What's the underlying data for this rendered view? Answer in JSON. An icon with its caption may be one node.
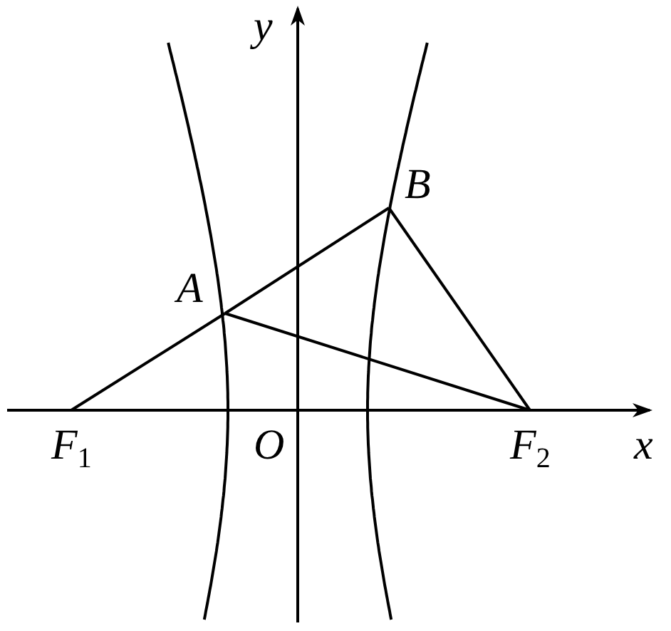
{
  "diagram": {
    "nodes": [
      {
        "text": [
          "A"
        ]
      },
      {
        "text": [
          "B"
        ]
      },
      {
        "text": [
          "F$_{1}$"
        ]
      },
      {
        "text": [
          "F$_{2}$"
        ]
      }
    ],
    "edges": [
      {
        "from": 2,
        "to": 0,
        "arrow": "none"
      },
      {
        "from": 0,
        "to": 1,
        "arrow": "none"
      },
      {
        "from": 0,
        "to": 3,
        "arrow": "none"
      },
      {
        "from": 1,
        "to": 3,
        "arrow": "none"
      }
    ],
    "labels": [
      "y",
      "O",
      "x"
    ]
  }
}
